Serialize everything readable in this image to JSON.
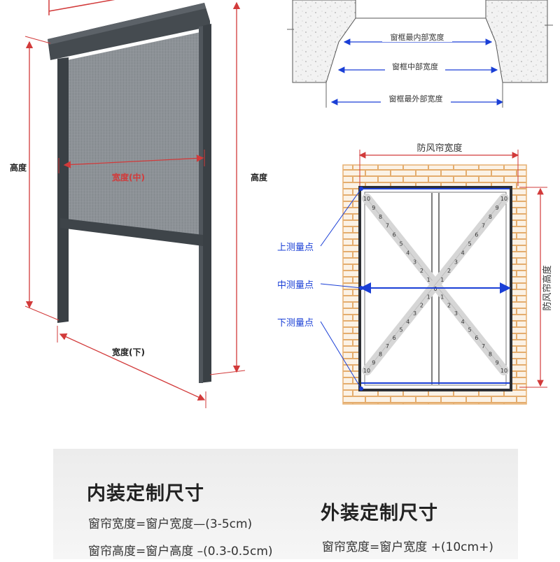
{
  "labels": {
    "height_left": "高度",
    "height_right": "高度",
    "width_middle": "宽度(中)",
    "width_bottom": "宽度(下)",
    "frame_inner": "窗框最内部宽度",
    "frame_middle": "窗框中部宽度",
    "frame_outer": "窗框最外部宽度",
    "curtain_width": "防风帘宽度",
    "curtain_height": "防风帘高度",
    "point_top": "上测量点",
    "point_middle": "中测量点",
    "point_bottom": "下测量点"
  },
  "ruler_ticks": [
    "0",
    "1",
    "2",
    "3",
    "4",
    "5",
    "6",
    "7",
    "8",
    "9",
    "10"
  ],
  "colors": {
    "red_dim": "#d23a3a",
    "blue_dim": "#1a3fd6",
    "frame_dark": "#3e4449",
    "mesh": "#8b9095",
    "brick": "#e7b070",
    "window_frame": "#2c2f34"
  },
  "panel": {
    "inner_title": "内装定制尺寸",
    "inner_line1": "窗帘宽度=窗户宽度—(3-5cm)",
    "inner_line2": "窗帘高度=窗户高度 –(0.3-0.5cm)",
    "outer_title": "外装定制尺寸",
    "outer_line1": "窗帘宽度=窗户宽度 +(10cm+)"
  }
}
